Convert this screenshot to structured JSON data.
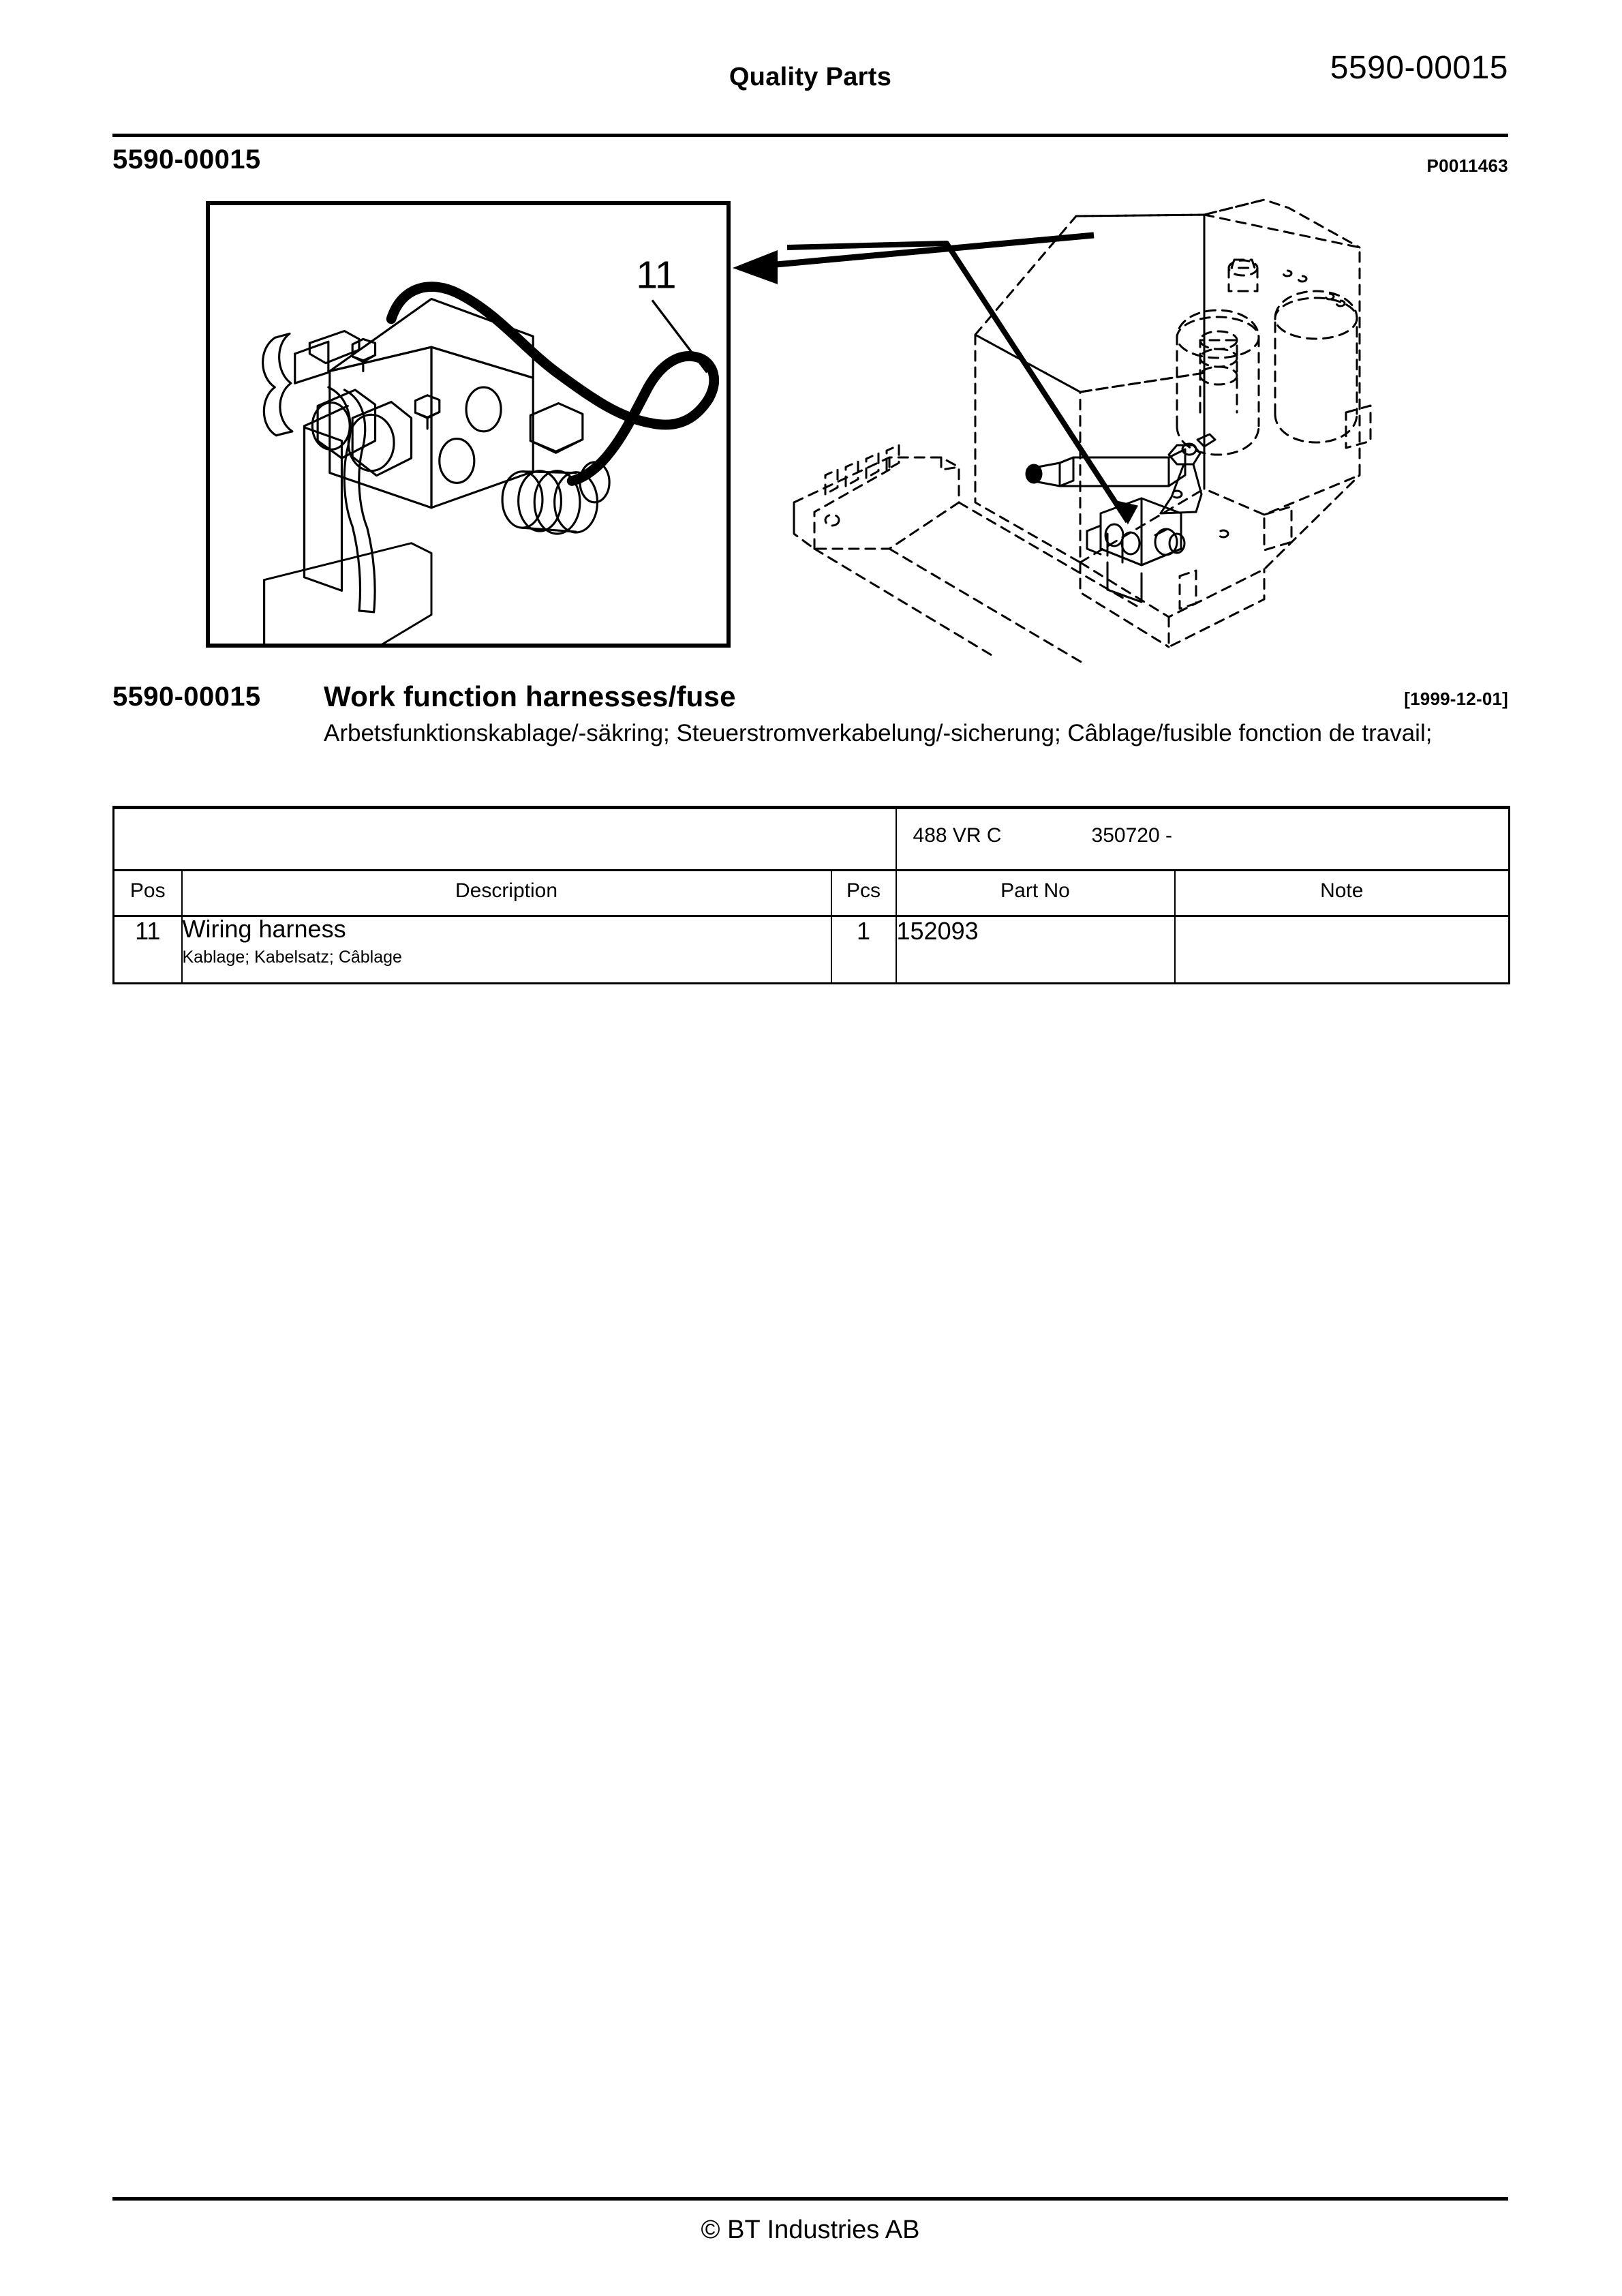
{
  "header": {
    "center_title": "Quality Parts",
    "right_code": "5590-00015"
  },
  "subheader": {
    "left_code": "5590-00015",
    "drawing_ref": "P0011463"
  },
  "illustration": {
    "callout_label": "11",
    "detail_view_name": "valve-block-wiring-harness-detail",
    "overview_view_name": "truck-power-unit-ghost-overview"
  },
  "title_block": {
    "number": "5590-00015",
    "name": "Work function harnesses/fuse",
    "date": "[1999-12-01]",
    "description": "Arbetsfunktionskablage/-säkring; Steuerstromverkabelung/-sicherung; Câblage/fusible fonction de travail;"
  },
  "table": {
    "variant": {
      "code": "488    VR C",
      "serial_range": "350720 -"
    },
    "columns": {
      "pos": "Pos",
      "description": "Description",
      "pcs": "Pcs",
      "part_no": "Part No",
      "note": "Note"
    },
    "rows": [
      {
        "pos": "11",
        "description_main": "Wiring harness",
        "description_sub": "Kablage; Kabelsatz; Câblage",
        "pcs": "1",
        "part_no": "152093",
        "note": ""
      }
    ]
  },
  "footer": {
    "copyright": "© BT Industries AB"
  }
}
